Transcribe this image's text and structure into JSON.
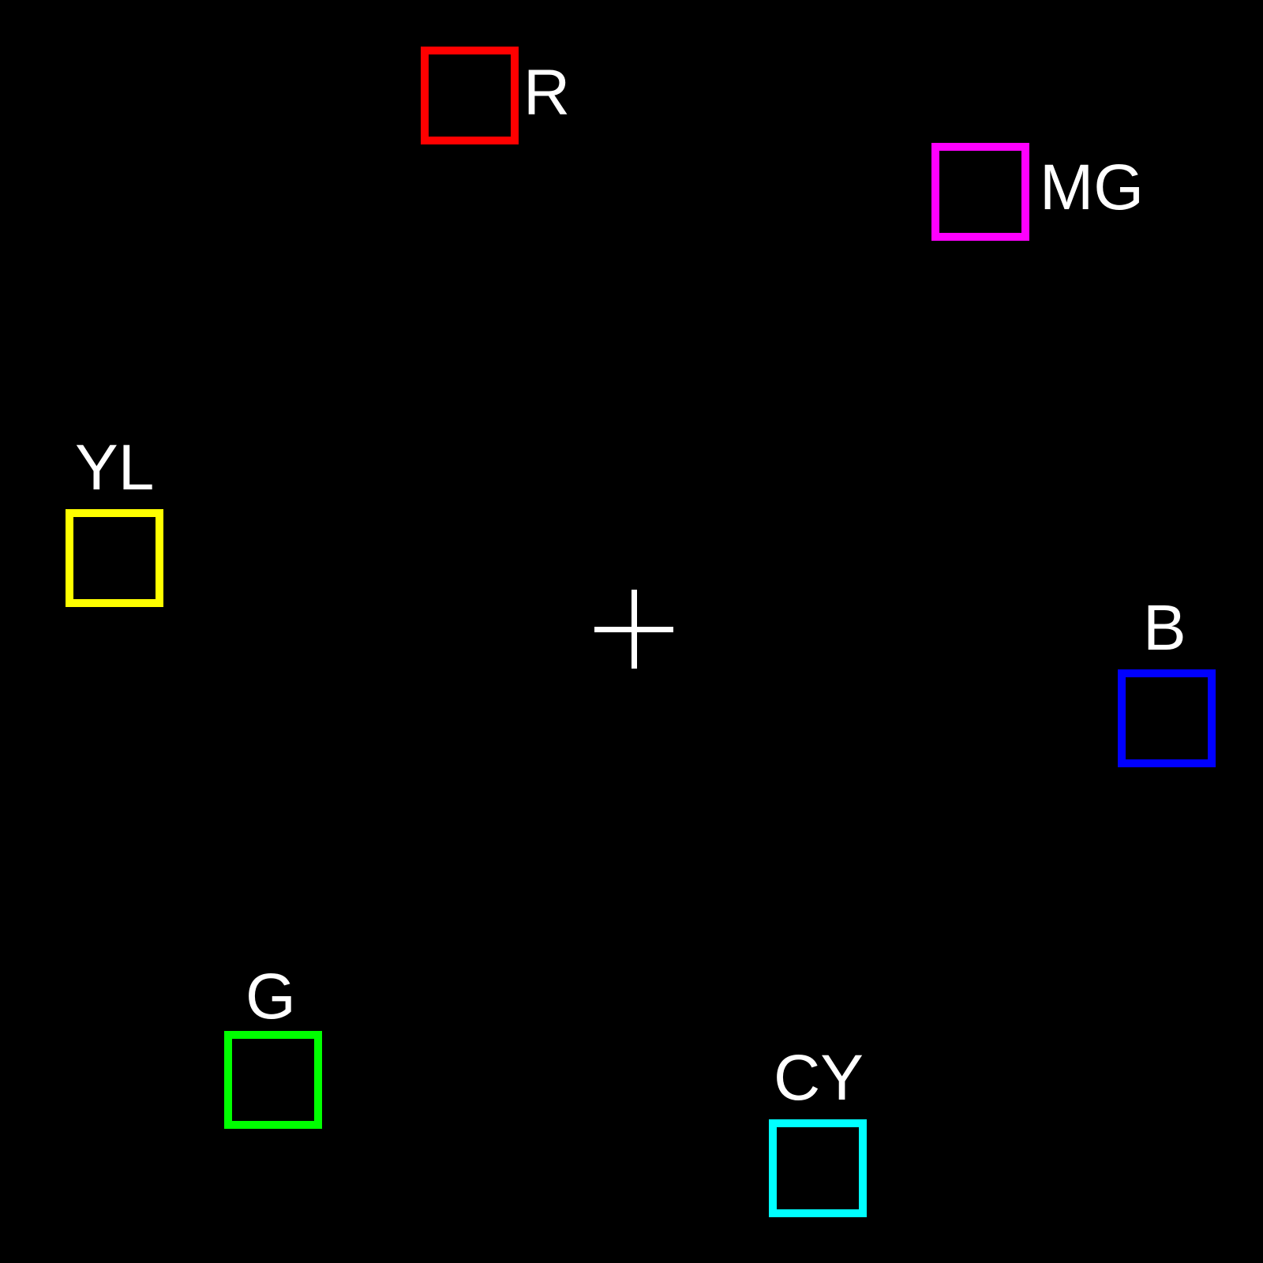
{
  "background_color": "#000000",
  "fixation_cross": {
    "icon": "crosshair-icon",
    "color": "#ffffff"
  },
  "targets": [
    {
      "id": "r",
      "label": "R",
      "color": "#ff0000"
    },
    {
      "id": "mg",
      "label": "MG",
      "color": "#ff00ff"
    },
    {
      "id": "yl",
      "label": "YL",
      "color": "#ffff00"
    },
    {
      "id": "b",
      "label": "B",
      "color": "#0000ff"
    },
    {
      "id": "g",
      "label": "G",
      "color": "#00ff00"
    },
    {
      "id": "cy",
      "label": "CY",
      "color": "#00ffff"
    }
  ]
}
